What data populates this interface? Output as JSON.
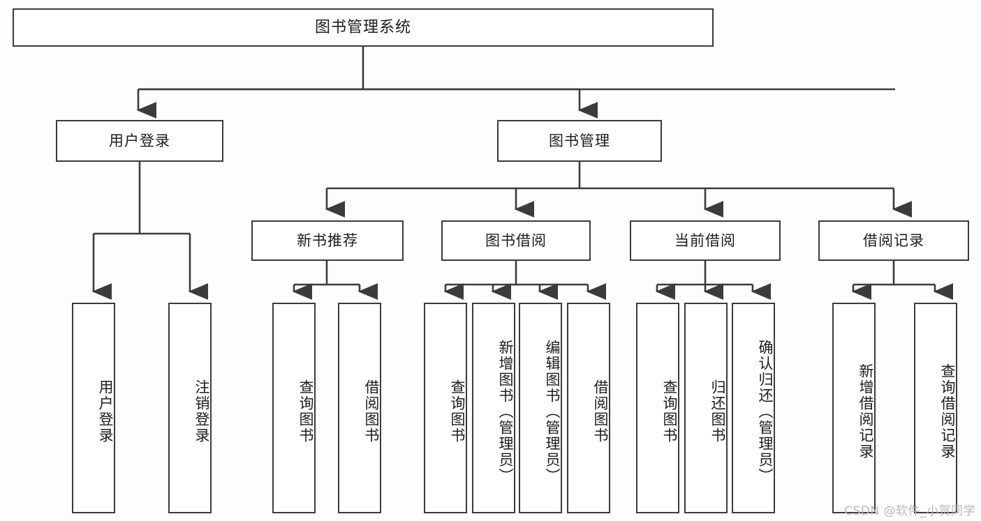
{
  "diagram": {
    "type": "tree-hierarchy",
    "title": "图书管理系统",
    "background_color": "#fdfdfd",
    "line_color": "#3b3b3b",
    "box_border_color": "#3b3b3b",
    "box_fill_color": "#ffffff",
    "text_color": "#1c1c1c"
  },
  "nodes": {
    "root": {
      "label": "图书管理系统"
    },
    "level2": [
      {
        "label": "用户登录"
      },
      {
        "label": "图书管理"
      }
    ],
    "level3": [
      {
        "label": "新书推荐"
      },
      {
        "label": "图书借阅"
      },
      {
        "label": "当前借阅"
      },
      {
        "label": "借阅记录"
      }
    ],
    "leaves": {
      "user_login": [
        {
          "label": "用户登录"
        },
        {
          "label": "注销登录"
        }
      ],
      "new_book_recommend": [
        {
          "label": "查询图书"
        },
        {
          "label": "借阅图书"
        }
      ],
      "book_borrow": [
        {
          "label": "查询图书"
        },
        {
          "label": "新增图书（管理员）"
        },
        {
          "label": "编辑图书（管理员）"
        },
        {
          "label": "借阅图书"
        }
      ],
      "current_borrow": [
        {
          "label": "查询图书"
        },
        {
          "label": "归还图书"
        },
        {
          "label": "确认归还（管理员）"
        }
      ],
      "borrow_record": [
        {
          "label": "新增借阅记录"
        },
        {
          "label": "查询借阅记录"
        }
      ]
    }
  },
  "watermark": {
    "text": "CSDN @软件_小贺同学",
    "color": "#b9b9b9"
  }
}
